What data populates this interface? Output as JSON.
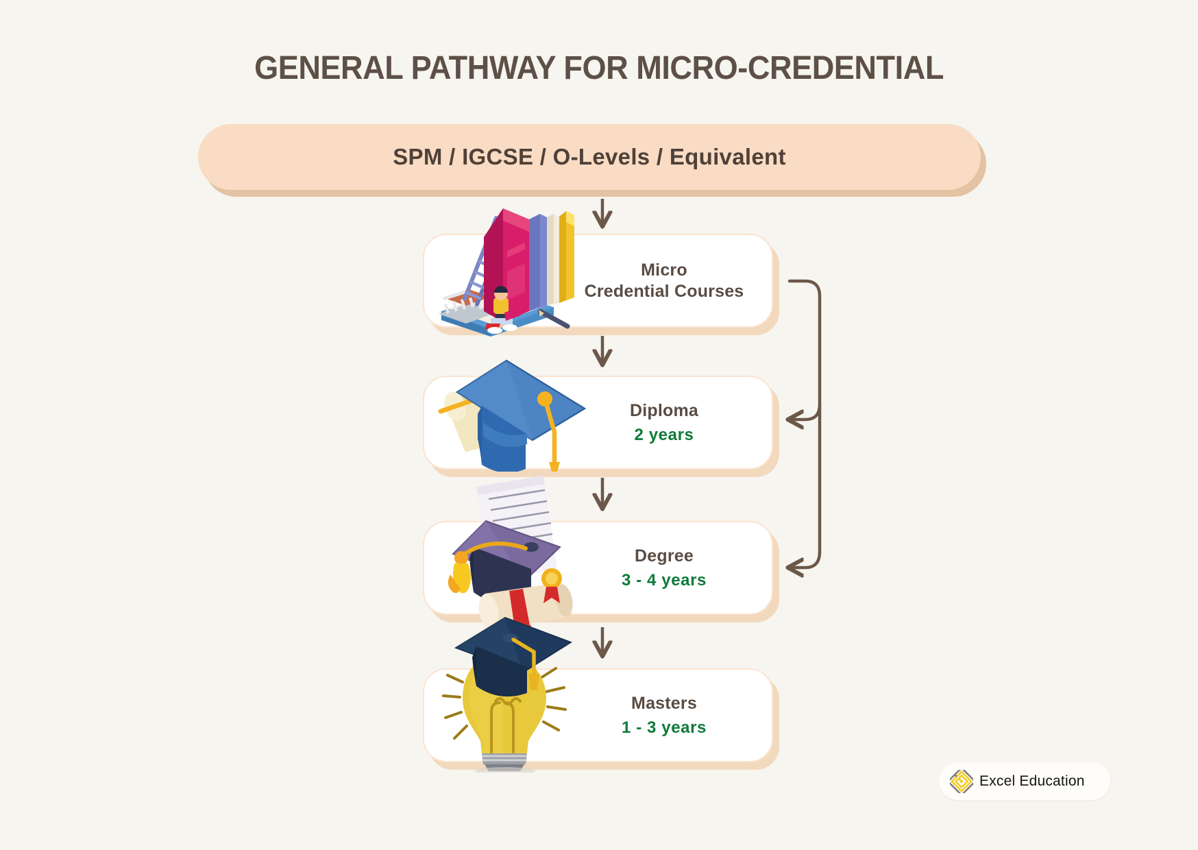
{
  "page": {
    "title": "GENERAL PATHWAY FOR MICRO-CREDENTIAL",
    "background_color": "#f7f5f0"
  },
  "banner": {
    "text": "SPM / IGCSE / O-Levels / Equivalent",
    "fill_color": "#f9dcc3",
    "shadow_color": "#e3c3a4",
    "text_color": "#4f4139"
  },
  "colors": {
    "title_text": "#5d5047",
    "card_label": "#594c43",
    "duration_text": "#0e7a39",
    "card_border": "#fbe4d0",
    "card_shadow": "#f2d9bd",
    "connector": "#6b5848"
  },
  "steps": [
    {
      "id": "micro-credential-courses",
      "label": "Micro\nCredential Courses",
      "label_line1": "Micro",
      "label_line2": "Credential Courses",
      "duration": "",
      "icon": "stacked-books-icon"
    },
    {
      "id": "diploma",
      "label": "Diploma",
      "duration": "2 years",
      "icon": "blue-graduation-cap-icon"
    },
    {
      "id": "degree",
      "label": "Degree",
      "duration": "3 - 4 years",
      "icon": "purple-graduation-cap-certificate-icon"
    },
    {
      "id": "masters",
      "label": "Masters",
      "duration": "1 - 3 years",
      "icon": "lightbulb-graduation-cap-icon"
    }
  ],
  "logo": {
    "text": "Excel Education",
    "mark": "excel-education-diamond-logo-icon",
    "mark_color": "#f2cd28",
    "mark_outline_color": "#7e7f7e"
  }
}
